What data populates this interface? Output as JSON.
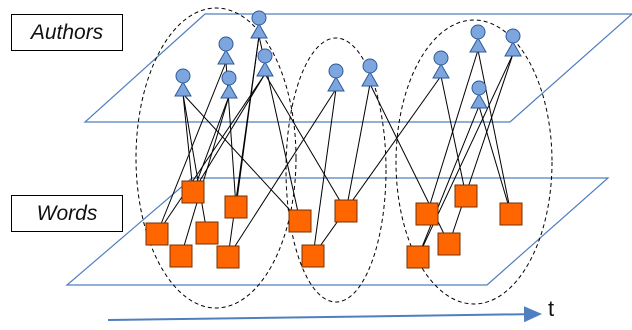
{
  "labels": {
    "authors": "Authors",
    "words": "Words",
    "time_axis": "t"
  },
  "colors": {
    "plane_stroke": "#4f7fbf",
    "author_fill": "#7ea6de",
    "author_stroke": "#2f5a9a",
    "word_fill": "#ff6600",
    "word_stroke": "#7a2f00",
    "edge": "#000000",
    "cluster_stroke": "#000000",
    "arrow": "#4f7fbf"
  },
  "groups": [
    {
      "id": "g1",
      "authors": [
        "a1",
        "a2",
        "a3",
        "a4",
        "a5"
      ],
      "words": [
        "w1",
        "w2",
        "w3",
        "w4",
        "w5",
        "w6"
      ]
    },
    {
      "id": "g2",
      "authors": [
        "a6",
        "a7"
      ],
      "words": [
        "w7",
        "w8",
        "w9"
      ]
    },
    {
      "id": "g3",
      "authors": [
        "a8",
        "a9",
        "a10",
        "a11"
      ],
      "words": [
        "w10",
        "w11",
        "w12",
        "w13",
        "w14"
      ]
    }
  ],
  "edges": [
    [
      "a1",
      "w1"
    ],
    [
      "a1",
      "w4"
    ],
    [
      "a1",
      "w7"
    ],
    [
      "a2",
      "w2"
    ],
    [
      "a2",
      "w3"
    ],
    [
      "a3",
      "w1"
    ],
    [
      "a3",
      "w5"
    ],
    [
      "a4",
      "w2"
    ],
    [
      "a4",
      "w6"
    ],
    [
      "a4",
      "w7"
    ],
    [
      "a5",
      "w1"
    ],
    [
      "a5",
      "w3"
    ],
    [
      "a5",
      "w8"
    ],
    [
      "a6",
      "w6"
    ],
    [
      "a6",
      "w9"
    ],
    [
      "a7",
      "w8"
    ],
    [
      "a7",
      "w13"
    ],
    [
      "a8",
      "w9"
    ],
    [
      "a8",
      "w11"
    ],
    [
      "a9",
      "w10"
    ],
    [
      "a9",
      "w12"
    ],
    [
      "a10",
      "w12"
    ],
    [
      "a10",
      "w14"
    ],
    [
      "a11",
      "w13"
    ],
    [
      "a11",
      "w14"
    ]
  ]
}
